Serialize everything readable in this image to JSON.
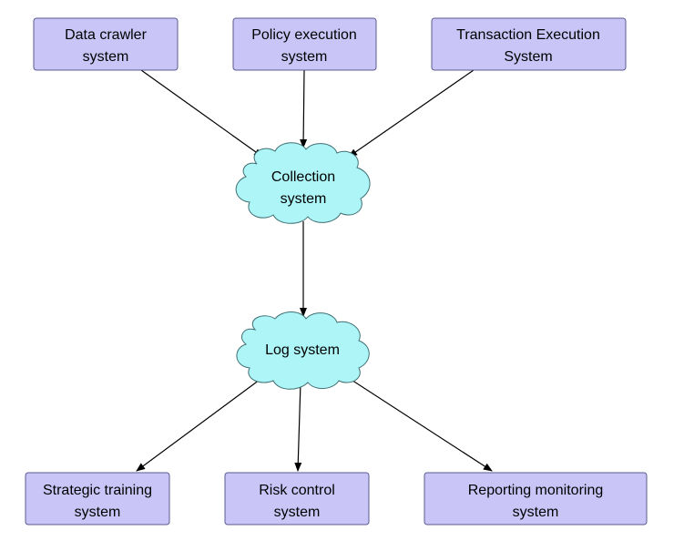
{
  "colors": {
    "box_fill": "#c9c6f7",
    "cloud_fill": "#aef5f8",
    "edge": "#000000"
  },
  "nodes": {
    "data_crawler": {
      "line1": "Data crawler",
      "line2": "system"
    },
    "policy_execution": {
      "line1": "Policy execution",
      "line2": "system"
    },
    "transaction_execution": {
      "line1": "Transaction Execution",
      "line2": "System"
    },
    "collection": {
      "line1": "Collection",
      "line2": "system"
    },
    "log": {
      "line1": "Log system"
    },
    "strategic_training": {
      "line1": "Strategic training",
      "line2": "system"
    },
    "risk_control": {
      "line1": "Risk control",
      "line2": "system"
    },
    "reporting_monitoring": {
      "line1": "Reporting monitoring",
      "line2": "system"
    }
  },
  "edges": [
    {
      "from": "data_crawler",
      "to": "collection"
    },
    {
      "from": "policy_execution",
      "to": "collection"
    },
    {
      "from": "transaction_execution",
      "to": "collection"
    },
    {
      "from": "collection",
      "to": "log"
    },
    {
      "from": "log",
      "to": "strategic_training"
    },
    {
      "from": "log",
      "to": "risk_control"
    },
    {
      "from": "log",
      "to": "reporting_monitoring"
    }
  ]
}
